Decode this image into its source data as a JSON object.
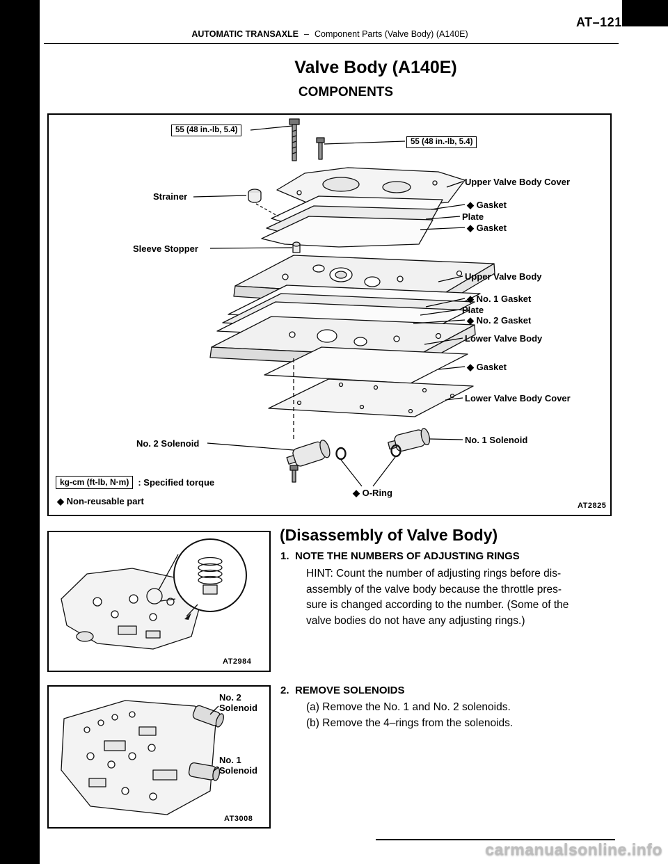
{
  "header": {
    "page_number": "AT–121",
    "section_bold": "AUTOMATIC TRANSAXLE",
    "section_sep": "–",
    "section_rest": "Component Parts (Valve Body) (A140E)",
    "title": "Valve Body (A140E)",
    "subtitle": "COMPONENTS"
  },
  "figure_components": {
    "figure_id": "AT2825",
    "torque_spec_1": "55 (48 in.-lb, 5.4)",
    "torque_spec_2": "55 (48 in.-lb, 5.4)",
    "labels": {
      "strainer": "Strainer",
      "sleeve_stopper": "Sleeve Stopper",
      "upper_valve_body_cover": "Upper Valve Body Cover",
      "gasket_1": "◆ Gasket",
      "plate_1": "Plate",
      "gasket_2": "◆ Gasket",
      "upper_valve_body": "Upper Valve Body",
      "no1_gasket": "◆ No. 1 Gasket",
      "plate_2": "Plate",
      "no2_gasket": "◆ No. 2 Gasket",
      "lower_valve_body": "Lower Valve Body",
      "gasket_3": "◆ Gasket",
      "lower_valve_body_cover": "Lower Valve Body Cover",
      "no2_solenoid": "No. 2 Solenoid",
      "no1_solenoid": "No. 1 Solenoid",
      "o_ring": "◆ O-Ring"
    },
    "legend": {
      "torque_box": "kg-cm (ft-lb, N·m)",
      "torque_meaning": ": Specified torque",
      "non_reusable": "◆ Non-reusable part"
    }
  },
  "figure_disassembly": {
    "figure_id": "AT2984"
  },
  "figure_solenoids": {
    "figure_id": "AT3008",
    "no2_label_line1": "No. 2",
    "no2_label_line2": "Solenoid",
    "no1_label_line1": "No. 1",
    "no1_label_line2": "Solenoid"
  },
  "section": {
    "heading": "(Disassembly of Valve Body)",
    "step1_num": "1.",
    "step1_title": "NOTE THE NUMBERS OF ADJUSTING RINGS",
    "step1_hint_lines": [
      "HINT: Count the number of adjusting rings before dis-",
      "assembly of the valve body because the throttle pres-",
      "sure is changed according to the number. (Some of the",
      "valve bodies do not have any adjusting rings.)"
    ],
    "step2_num": "2.",
    "step2_title": "REMOVE SOLENOIDS",
    "step2_a": "(a) Remove the No. 1 and No. 2 solenoids.",
    "step2_b": "(b) Remove the 4–rings from the solenoids."
  },
  "watermark": "carmanualsonline.info"
}
